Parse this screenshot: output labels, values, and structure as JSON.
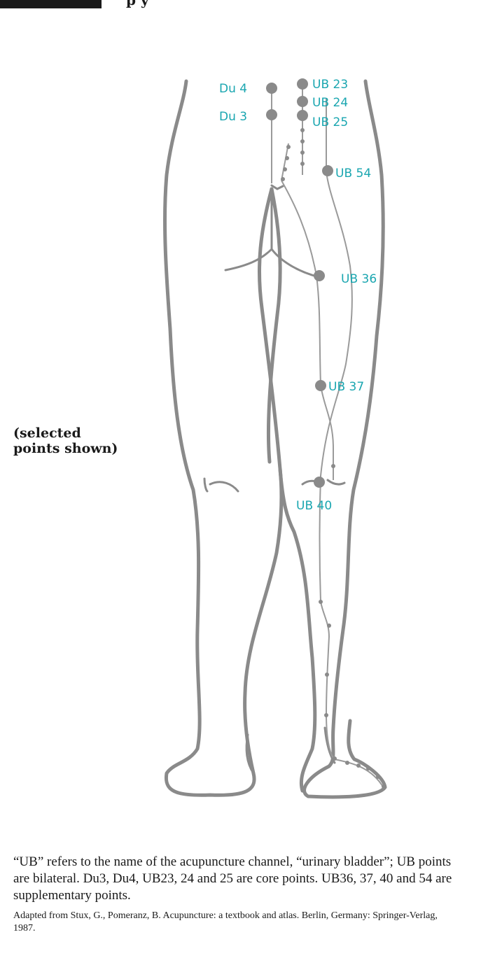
{
  "header": {
    "fragment": "p          y"
  },
  "side_note": {
    "line1": "(selected",
    "line2": "points shown)"
  },
  "points": [
    {
      "id": "du4",
      "label": "Du 4"
    },
    {
      "id": "du3",
      "label": "Du 3"
    },
    {
      "id": "ub23",
      "label": "UB 23"
    },
    {
      "id": "ub24",
      "label": "UB 24"
    },
    {
      "id": "ub25",
      "label": "UB 25"
    },
    {
      "id": "ub54",
      "label": "UB 54"
    },
    {
      "id": "ub36",
      "label": "UB 36"
    },
    {
      "id": "ub37",
      "label": "UB 37"
    },
    {
      "id": "ub40",
      "label": "UB 40"
    }
  ],
  "colors": {
    "label": "#1aa6b0",
    "point": "#8a8a8a",
    "outline": "#8a8a8a",
    "channel": "#9a9a9a"
  },
  "note": "“UB” refers to the name of the acupuncture channel, “urinary bladder”; UB points are bilateral. Du3, Du4, UB23, 24 and 25 are core points. UB36, 37, 40 and 54 are supplementary points.",
  "citation": "Adapted from Stux, G., Pomeranz, B. Acupuncture: a textbook and atlas. Berlin, Germany: Springer-Verlag, 1987."
}
